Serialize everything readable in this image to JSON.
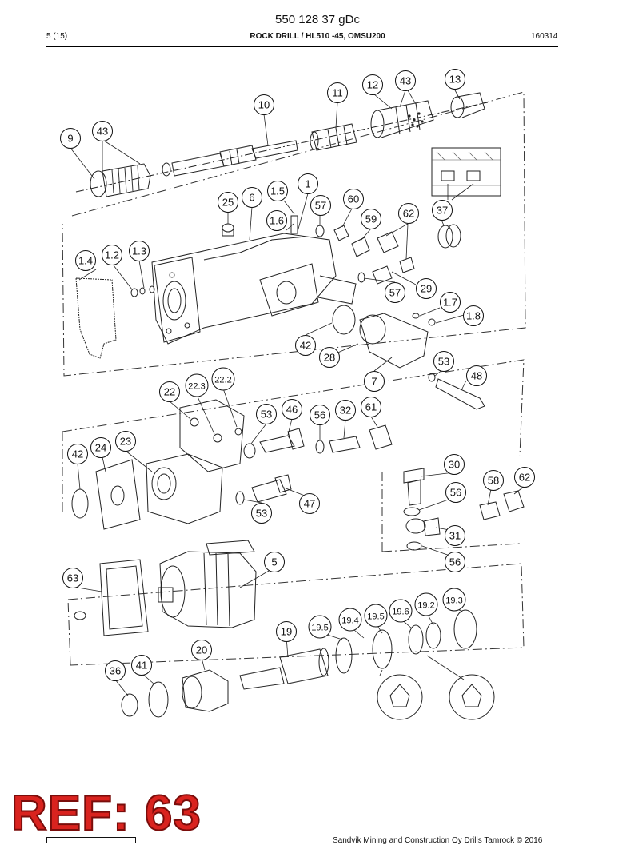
{
  "header": {
    "doc_number": "550 128 37 gDc",
    "page": "5 (15)",
    "title": "ROCK DRILL / HL510 -45, OMSU200",
    "date": "160314"
  },
  "stamp": {
    "text": "REF: 63",
    "color": "#d9231f"
  },
  "footer": {
    "copyright": "Sandvik Mining and Construction Oy Drills Tamrock © 2016"
  },
  "callouts": [
    "9",
    "43",
    "10",
    "11",
    "12",
    "43",
    "13",
    "1",
    "1.5",
    "6",
    "25",
    "57",
    "60",
    "1.6",
    "59",
    "62",
    "37",
    "1.4",
    "1.2",
    "1.3",
    "57",
    "29",
    "1.7",
    "1.8",
    "42",
    "28",
    "53",
    "7",
    "48",
    "22",
    "22.3",
    "22.2",
    "53",
    "46",
    "56",
    "32",
    "61",
    "42",
    "24",
    "23",
    "47",
    "53",
    "30",
    "56",
    "58",
    "62",
    "31",
    "56",
    "5",
    "63",
    "19",
    "19.5",
    "19.4",
    "19.5",
    "19.6",
    "19.2",
    "19.3",
    "20",
    "36",
    "41"
  ]
}
